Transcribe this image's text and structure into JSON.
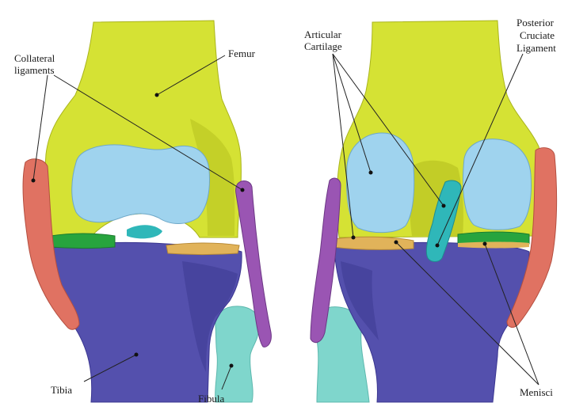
{
  "labels": {
    "femur": "Femur",
    "collateral_line1": "Collateral",
    "collateral_line2": "ligaments",
    "articular_line1": "Articular",
    "articular_line2": "Cartilage",
    "posterior_line1": "Posterior",
    "posterior_line2": "Cruciate",
    "posterior_line3": "Ligament",
    "tibia": "Tibia",
    "fibula": "Fibula",
    "menisci": "Menisci"
  },
  "colors": {
    "femur": "#d5e234",
    "femur_shade": "#b9c522",
    "cartilage": "#9fd3ee",
    "tibia": "#5450ad",
    "tibia_shade": "#403c95",
    "fibula": "#7fd6cc",
    "collateral_lateral": "#e07262",
    "collateral_medial": "#9a55b3",
    "cruciate": "#2fb7b9",
    "meniscus_green": "#27a43e",
    "meniscus_orange": "#e1b35a"
  }
}
